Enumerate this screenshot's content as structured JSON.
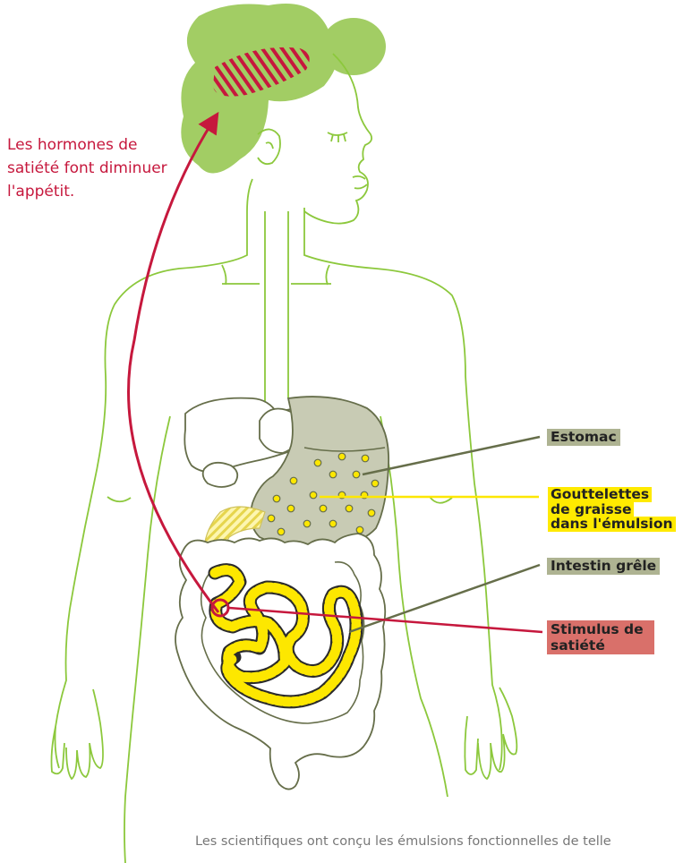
{
  "annotations": {
    "hormones": "Les hormones de satiété font diminuer l'appétit.",
    "estomac": "Estomac",
    "gouttelettes": [
      "Gouttelettes",
      "de graisse",
      "dans l'émulsion"
    ],
    "intestin": "Intestin grêle",
    "stimulus": "Stimulus de satiété"
  },
  "caption": "Les scientifiques ont conçu les émulsions fonctionnelles de telle",
  "colors": {
    "body_outline": "#8cc83c",
    "hair": "#a2cd64",
    "organ_outline": "#666e4a",
    "stomach_fill": "#c8cbb4",
    "droplet": "#fde700",
    "arrow": "#c6183d",
    "label_green": "#aeb392",
    "label_yellow": "#ffea00",
    "label_red": "#d9706a"
  }
}
